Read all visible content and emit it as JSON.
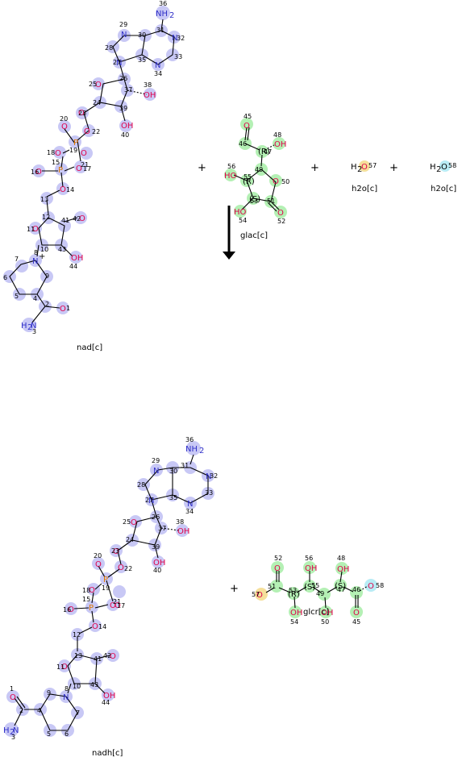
{
  "colors": {
    "hl_blue": "#c8c8f5",
    "hl_green": "#b4f0b4",
    "hl_yellow": "#f5df9a",
    "hl_cyan": "#b8ecf5",
    "oxygen": "#e0004a",
    "nitrogen": "#3030c8",
    "phosphorus": "#e07800",
    "arrow": "#000000"
  },
  "operators": {
    "plus": "+"
  },
  "reactants": {
    "nad": {
      "label": "nad[c]"
    },
    "glac": {
      "label": "glac[c]"
    },
    "h2o_57": {
      "label": "h2o[c]",
      "atom_num": "57"
    },
    "h2o_58": {
      "label": "h2o[c]",
      "atom_num": "58"
    }
  },
  "products": {
    "nadh": {
      "label": "nadh[c]"
    },
    "glcr": {
      "label": "glcr[c]"
    }
  },
  "glyph": {
    "H": "H",
    "O": "O",
    "two": "2",
    "NH2": "NH",
    "plus_charge": "+",
    "minus_charge": "-",
    "R": "(R)",
    "S": "(S)"
  }
}
